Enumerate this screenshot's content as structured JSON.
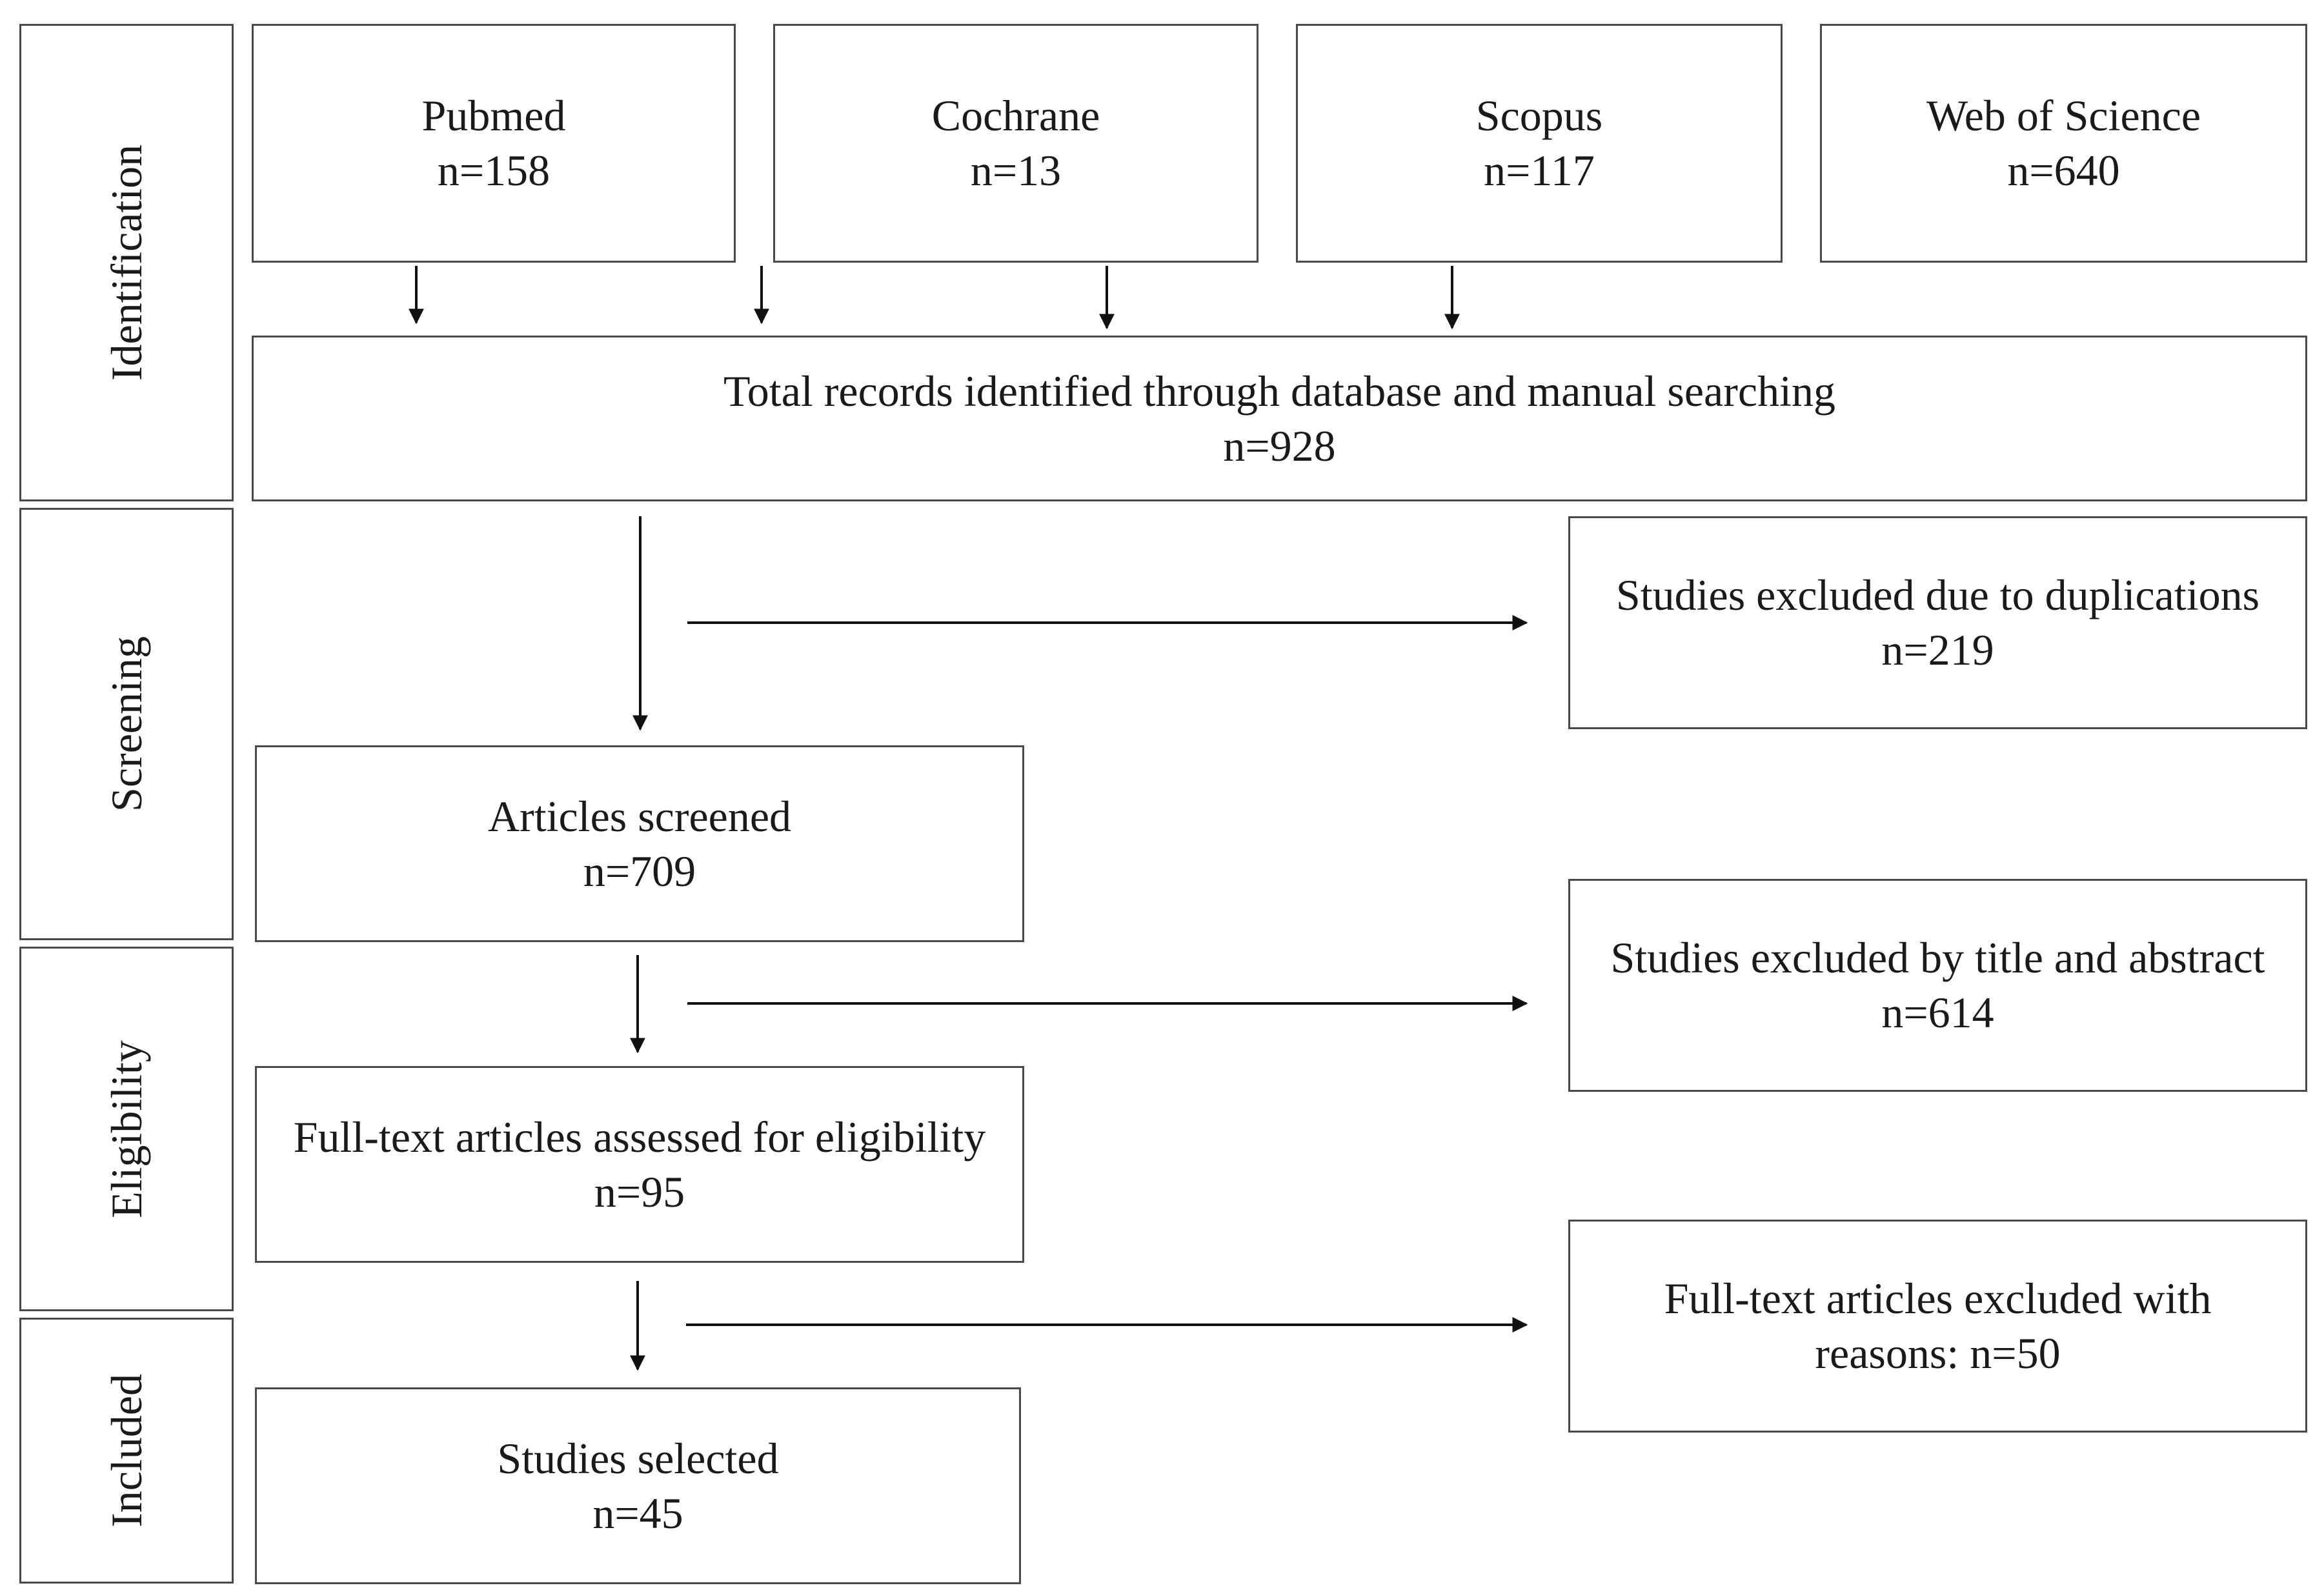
{
  "stages": {
    "identification": "Identification",
    "screening": "Screening",
    "eligibility": "Eligibility",
    "included": "Included"
  },
  "sources": [
    {
      "name": "Pubmed",
      "count": "n=158"
    },
    {
      "name": "Cochrane",
      "count": "n=13"
    },
    {
      "name": "Scopus",
      "count": "n=117"
    },
    {
      "name": "Web of Science",
      "count": "n=640"
    }
  ],
  "total": {
    "label": "Total records identified through database and manual searching",
    "count": "n=928"
  },
  "screened": {
    "label": "Articles screened",
    "count": "n=709"
  },
  "fulltext": {
    "label": "Full-text articles assessed for eligibility",
    "count": "n=95"
  },
  "selected": {
    "label": "Studies selected",
    "count": "n=45"
  },
  "exclusions": {
    "duplicates": {
      "label": "Studies excluded due to duplications",
      "count": "n=219"
    },
    "title_abstract": {
      "label": "Studies excluded by title and abstract",
      "count": "n=614"
    },
    "fulltext": {
      "line1": "Full-text articles excluded with",
      "line2": "reasons: n=50"
    }
  },
  "colors": {
    "border": "#4a4a4a",
    "arrow": "#111111",
    "text": "#1a1a1a",
    "background": "#ffffff"
  }
}
